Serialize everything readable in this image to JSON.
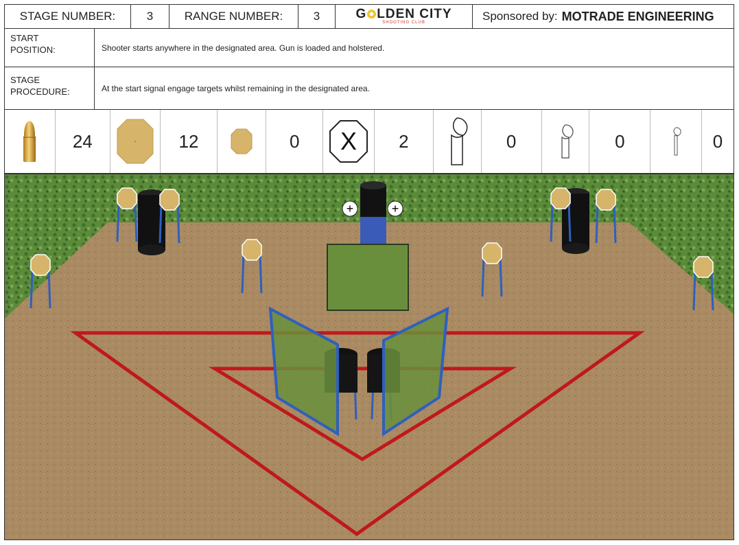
{
  "header": {
    "stage_label": "STAGE NUMBER:",
    "stage_value": "3",
    "range_label": "RANGE NUMBER:",
    "range_value": "3",
    "logo_main_pre": "G",
    "logo_main_post": "LDEN CITY",
    "logo_sub": "SHOOTING CLUB",
    "sponsor_label": "Sponsored by:",
    "sponsor_name": "MOTRADE ENGINEERING"
  },
  "start_position": {
    "label_line1": "START",
    "label_line2": "POSITION:",
    "text": "Shooter starts anywhere in the designated area. Gun is loaded and holstered."
  },
  "stage_procedure": {
    "label_line1": "STAGE",
    "label_line2": "PROCEDURE:",
    "text": "At the start signal engage targets whilst remaining in the designated area."
  },
  "counts": [
    {
      "icon": "bullet-icon",
      "value": "24"
    },
    {
      "icon": "paper-target-large-icon",
      "value": "12"
    },
    {
      "icon": "paper-target-small-icon",
      "value": "0"
    },
    {
      "icon": "no-shoot-target-icon",
      "value": "2"
    },
    {
      "icon": "steel-popper-large-icon",
      "value": "0"
    },
    {
      "icon": "steel-popper-medium-icon",
      "value": "0"
    },
    {
      "icon": "steel-popper-small-icon",
      "value": "0"
    }
  ],
  "colors": {
    "target_tan": "#d6b46a",
    "fault_line_red": "#c0181b",
    "wall_green": "#5e8a3c",
    "ground_brown": "#a98a62",
    "stand_blue": "#2f5fbf"
  }
}
